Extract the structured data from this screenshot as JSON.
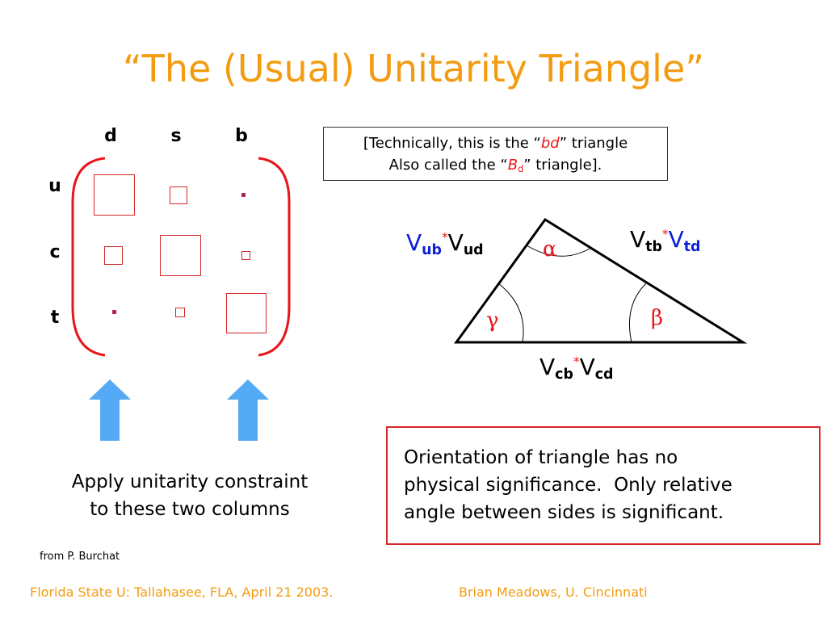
{
  "slide": {
    "title": "“The (Usual) Unitarity Triangle”"
  },
  "matrix": {
    "columns": [
      "d",
      "s",
      "b"
    ],
    "rows": [
      "u",
      "c",
      "t"
    ]
  },
  "note": {
    "line1_pre": "[Technically, this is the “",
    "line1_em": "bd",
    "line1_post": "” triangle",
    "line2_pre": "Also called the “",
    "line2_em": "B",
    "line2_sub": "d",
    "line2_post": "” triangle]."
  },
  "triangle": {
    "left_side": {
      "v1": "V",
      "sub1": "ub",
      "star": "*",
      "v2": "V",
      "sub2": "ud"
    },
    "right_side": {
      "v1": "V",
      "sub1": "tb",
      "star": "*",
      "v2": "V",
      "sub2": "td"
    },
    "bottom_side": {
      "v1": "V",
      "sub1": "cb",
      "star": "*",
      "v2": "V",
      "sub2": "cd"
    },
    "angles": {
      "top": "α",
      "left": "γ",
      "right": "β"
    }
  },
  "caption": {
    "line1": "Apply unitarity constraint",
    "line2": "to these two columns"
  },
  "credit": "from P. Burchat",
  "orientation_note": {
    "line1": "Orientation of triangle has no",
    "line2": "physical significance.  Only relative",
    "line3": "angle between sides is significant."
  },
  "footer": {
    "left": "Florida State U: Tallahasee, FLA, April 21 2003.",
    "right": "Brian Meadows, U. Cincinnati"
  },
  "colors": {
    "title": "#f39c12",
    "accent_red": "#e8151b",
    "blue": "#0b1fd6",
    "arrow_blue": "#55aaf5"
  }
}
